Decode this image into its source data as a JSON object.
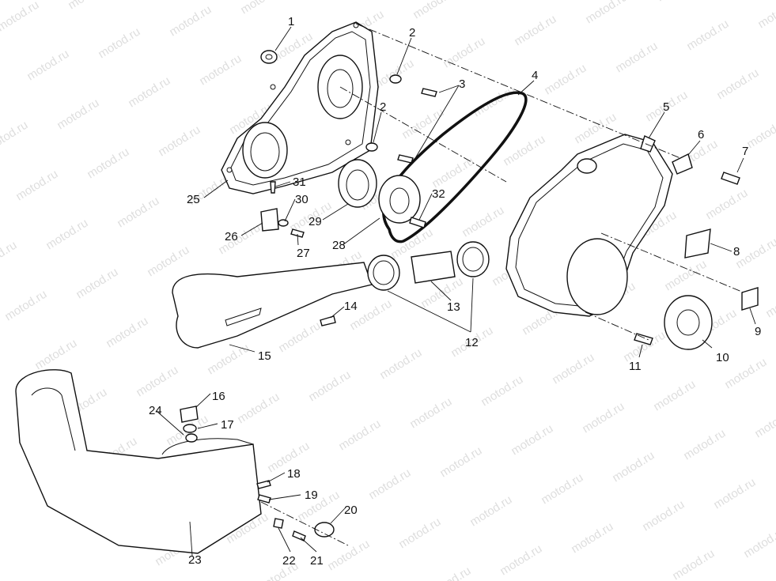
{
  "watermark": "motod.ru",
  "callouts": [
    "1",
    "2",
    "3",
    "4",
    "5",
    "6",
    "7",
    "8",
    "9",
    "10",
    "11",
    "12",
    "13",
    "14",
    "15",
    "16",
    "17",
    "18",
    "19",
    "20",
    "21",
    "22",
    "23",
    "24",
    "25",
    "26",
    "27",
    "28",
    "29",
    "30",
    "31",
    "32",
    "2"
  ]
}
